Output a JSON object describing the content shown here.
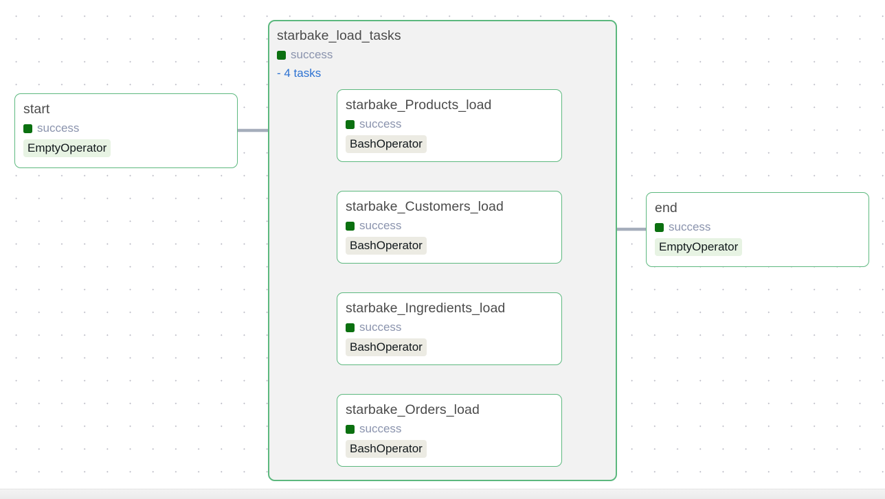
{
  "graph": {
    "status_icon": "status-square-success",
    "edge_color": "#a5adbb",
    "node_border_color": "#5cb87e",
    "group_background": "#f2f2f2",
    "link_color": "#2d72d2",
    "success_color": "#0b7010"
  },
  "nodes": {
    "start": {
      "title": "start",
      "status": "success",
      "operator": "EmptyOperator"
    },
    "end": {
      "title": "end",
      "status": "success",
      "operator": "EmptyOperator"
    }
  },
  "task_group": {
    "title": "starbake_load_tasks",
    "status": "success",
    "tasks_link": "- 4 tasks",
    "tasks": [
      {
        "title": "starbake_Products_load",
        "status": "success",
        "operator": "BashOperator"
      },
      {
        "title": "starbake_Customers_load",
        "status": "success",
        "operator": "BashOperator"
      },
      {
        "title": "starbake_Ingredients_load",
        "status": "success",
        "operator": "BashOperator"
      },
      {
        "title": "starbake_Orders_load",
        "status": "success",
        "operator": "BashOperator"
      }
    ]
  }
}
